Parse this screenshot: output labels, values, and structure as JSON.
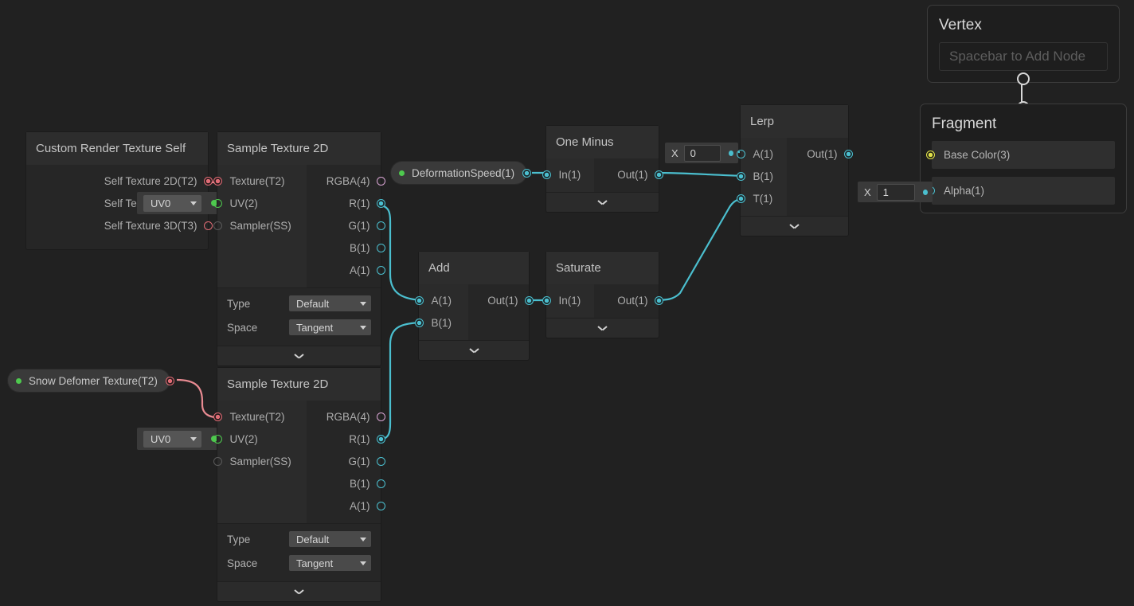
{
  "canvas": {
    "background": "#212121",
    "wire_default": "#4bbfcf",
    "wire_texture": "#e98b92",
    "wire_uv": "#4ec94e",
    "wire_color3": "#dfe04a"
  },
  "nodes": {
    "custom_render_texture_self": {
      "title": "Custom Render Texture Self",
      "outputs": [
        {
          "label": "Self Texture 2D(T2)",
          "type": "texture2d",
          "connected": true
        },
        {
          "label": "Self Texture 2D(T2)",
          "type": "texture2d",
          "connected": false
        },
        {
          "label": "Self Texture 3D(T3)",
          "type": "texture3d",
          "connected": false
        }
      ]
    },
    "sample_texture_2d_top": {
      "title": "Sample Texture 2D",
      "inputs": [
        {
          "label": "Texture(T2)",
          "connected": true
        },
        {
          "label": "UV(2)",
          "connected": false
        },
        {
          "label": "Sampler(SS)",
          "connected": false
        }
      ],
      "outputs": [
        {
          "label": "RGBA(4)",
          "connected": false
        },
        {
          "label": "R(1)",
          "connected": true
        },
        {
          "label": "G(1)",
          "connected": false
        },
        {
          "label": "B(1)",
          "connected": false
        },
        {
          "label": "A(1)",
          "connected": false
        }
      ],
      "settings": [
        {
          "key": "Type",
          "value": "Default"
        },
        {
          "key": "Space",
          "value": "Tangent"
        }
      ]
    },
    "sample_texture_2d_bottom": {
      "title": "Sample Texture 2D",
      "inputs": [
        {
          "label": "Texture(T2)",
          "connected": true
        },
        {
          "label": "UV(2)",
          "connected": false
        },
        {
          "label": "Sampler(SS)",
          "connected": false
        }
      ],
      "outputs": [
        {
          "label": "RGBA(4)",
          "connected": false
        },
        {
          "label": "R(1)",
          "connected": true
        },
        {
          "label": "G(1)",
          "connected": false
        },
        {
          "label": "B(1)",
          "connected": false
        },
        {
          "label": "A(1)",
          "connected": false
        }
      ],
      "settings": [
        {
          "key": "Type",
          "value": "Default"
        },
        {
          "key": "Space",
          "value": "Tangent"
        }
      ]
    },
    "add": {
      "title": "Add",
      "inputs": [
        {
          "label": "A(1)",
          "connected": true
        },
        {
          "label": "B(1)",
          "connected": true
        }
      ],
      "outputs": [
        {
          "label": "Out(1)",
          "connected": true
        }
      ]
    },
    "saturate": {
      "title": "Saturate",
      "inputs": [
        {
          "label": "In(1)",
          "connected": true
        }
      ],
      "outputs": [
        {
          "label": "Out(1)",
          "connected": true
        }
      ]
    },
    "one_minus": {
      "title": "One Minus",
      "inputs": [
        {
          "label": "In(1)",
          "connected": true
        }
      ],
      "outputs": [
        {
          "label": "Out(1)",
          "connected": true
        }
      ]
    },
    "lerp": {
      "title": "Lerp",
      "inputs": [
        {
          "label": "A(1)",
          "connected": false
        },
        {
          "label": "B(1)",
          "connected": true
        },
        {
          "label": "T(1)",
          "connected": true
        }
      ],
      "outputs": [
        {
          "label": "Out(1)",
          "connected": true
        }
      ]
    },
    "vertex": {
      "title": "Vertex",
      "placeholder": "Spacebar to Add Node"
    },
    "fragment": {
      "title": "Fragment",
      "blocks": [
        {
          "label": "Base Color(3)",
          "connected": true
        },
        {
          "label": "Alpha(1)",
          "connected": false
        }
      ]
    }
  },
  "properties": [
    {
      "name": "DeformationSpeed(1)"
    },
    {
      "name": "Snow Defomer Texture(T2)"
    }
  ],
  "widgets": {
    "uv_dropdown_top": {
      "value": "UV0"
    },
    "uv_dropdown_bottom": {
      "value": "UV0"
    },
    "lerp_a_value": {
      "axis": "X",
      "value": "0"
    },
    "alpha_value": {
      "axis": "X",
      "value": "1"
    }
  }
}
